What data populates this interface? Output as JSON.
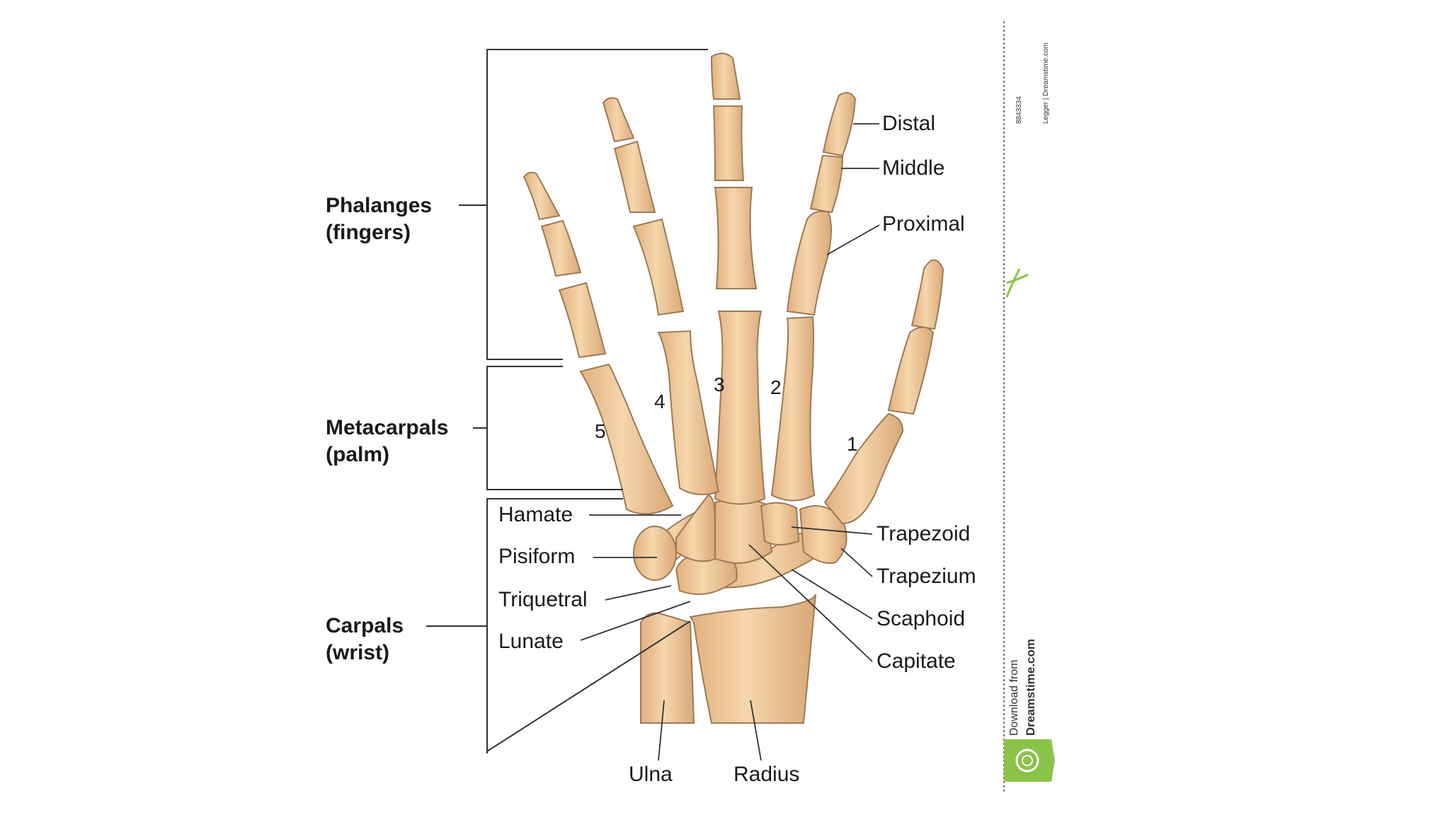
{
  "groups": {
    "phalanges": {
      "line1": "Phalanges",
      "line2": "(fingers)"
    },
    "metacarpals": {
      "line1": "Metacarpals",
      "line2": "(palm)"
    },
    "carpals": {
      "line1": "Carpals",
      "line2": "(wrist)"
    }
  },
  "phalanx_labels": {
    "distal": "Distal",
    "middle": "Middle",
    "proximal": "Proximal"
  },
  "digit_numbers": [
    "1",
    "2",
    "3",
    "4",
    "5"
  ],
  "carpal_labels_left": {
    "hamate": "Hamate",
    "pisiform": "Pisiform",
    "triquetral": "Triquetral",
    "lunate": "Lunate"
  },
  "carpal_labels_right": {
    "trapezoid": "Trapezoid",
    "trapezium": "Trapezium",
    "scaphoid": "Scaphoid",
    "capitate": "Capitate"
  },
  "forearm_labels": {
    "ulna": "Ulna",
    "radius": "Radius"
  },
  "watermark": {
    "download_line1": "Download from",
    "download_line2": "Dreamstime.com",
    "image_id": "8843334",
    "credit": "Legger | Dreamstime.com"
  },
  "colors": {
    "bone": "#f0c99a",
    "bone_shadow": "#d9a877",
    "bone_outline": "#9c7a55",
    "text": "#1a1a1a",
    "watermark_green": "#8bc34a"
  }
}
